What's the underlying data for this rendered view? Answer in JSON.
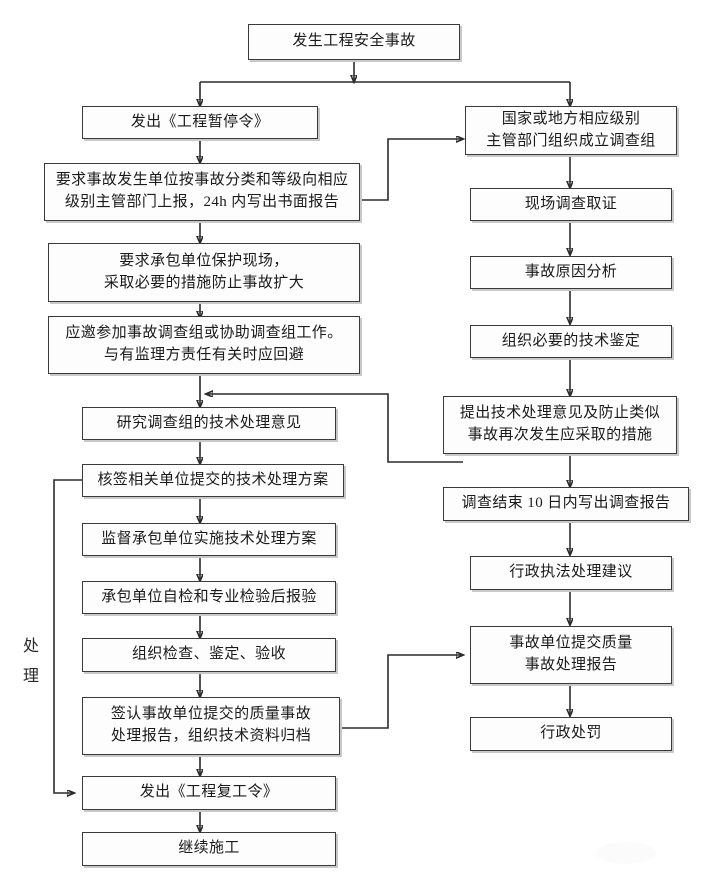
{
  "diagram": {
    "title_text": "发生工程安全事故",
    "side_label": "处理",
    "side_label_chars": [
      "处",
      "理"
    ],
    "accent_color": "#2b2b2b",
    "box_fill": "#fdfdfd",
    "box_border": "#3a3a3a",
    "nodes": {
      "n_start": "发生工程安全事故",
      "n_l1": "发出《工程暂停令》",
      "n_l2": "要求事故发生单位按事故分类和等级向相应\n级别主管部门上报，24h 内写出书面报告",
      "n_l3": "要求承包单位保护现场，\n采取必要的措施防止事故扩大",
      "n_l4": "应邀参加事故调查组或协助调查组工作。\n与有监理方责任有关时应回避",
      "n_l5": "研究调查组的技术处理意见",
      "n_l6": "核签相关单位提交的技术处理方案",
      "n_l7": "监督承包单位实施技术处理方案",
      "n_l8": "承包单位自检和专业检验后报验",
      "n_l9": "组织检查、鉴定、验收",
      "n_l10": "签认事故单位提交的质量事故\n处理报告，组织技术资料归档",
      "n_l11": "发出《工程复工令》",
      "n_l12": "继续施工",
      "n_r1": "国家或地方相应级别\n主管部门组织成立调查组",
      "n_r2": "现场调查取证",
      "n_r3": "事故原因分析",
      "n_r4": "组织必要的技术鉴定",
      "n_r5": "提出技术处理意见及防止类似\n事故再次发生应采取的措施",
      "n_r6": "调查结束 10 日内写出调查报告",
      "n_r7": "行政执法处理建议",
      "n_r8": "事故单位提交质量\n事故处理报告",
      "n_r9": "行政处罚"
    }
  }
}
